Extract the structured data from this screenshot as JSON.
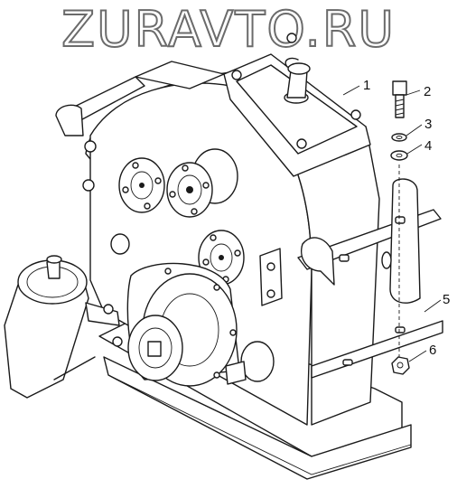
{
  "watermark": {
    "text": "ZURAVTO.RU"
  },
  "callouts": [
    {
      "label": "1",
      "part": "cover"
    },
    {
      "label": "2",
      "part": "bolt"
    },
    {
      "label": "3",
      "part": "lock-washer"
    },
    {
      "label": "4",
      "part": "washer"
    },
    {
      "label": "5",
      "part": "mounting-plate"
    },
    {
      "label": "6",
      "part": "nut"
    }
  ],
  "colors": {
    "line": "#1a1a1a",
    "background": "#ffffff",
    "watermark_stroke": "#6b6b6b"
  }
}
